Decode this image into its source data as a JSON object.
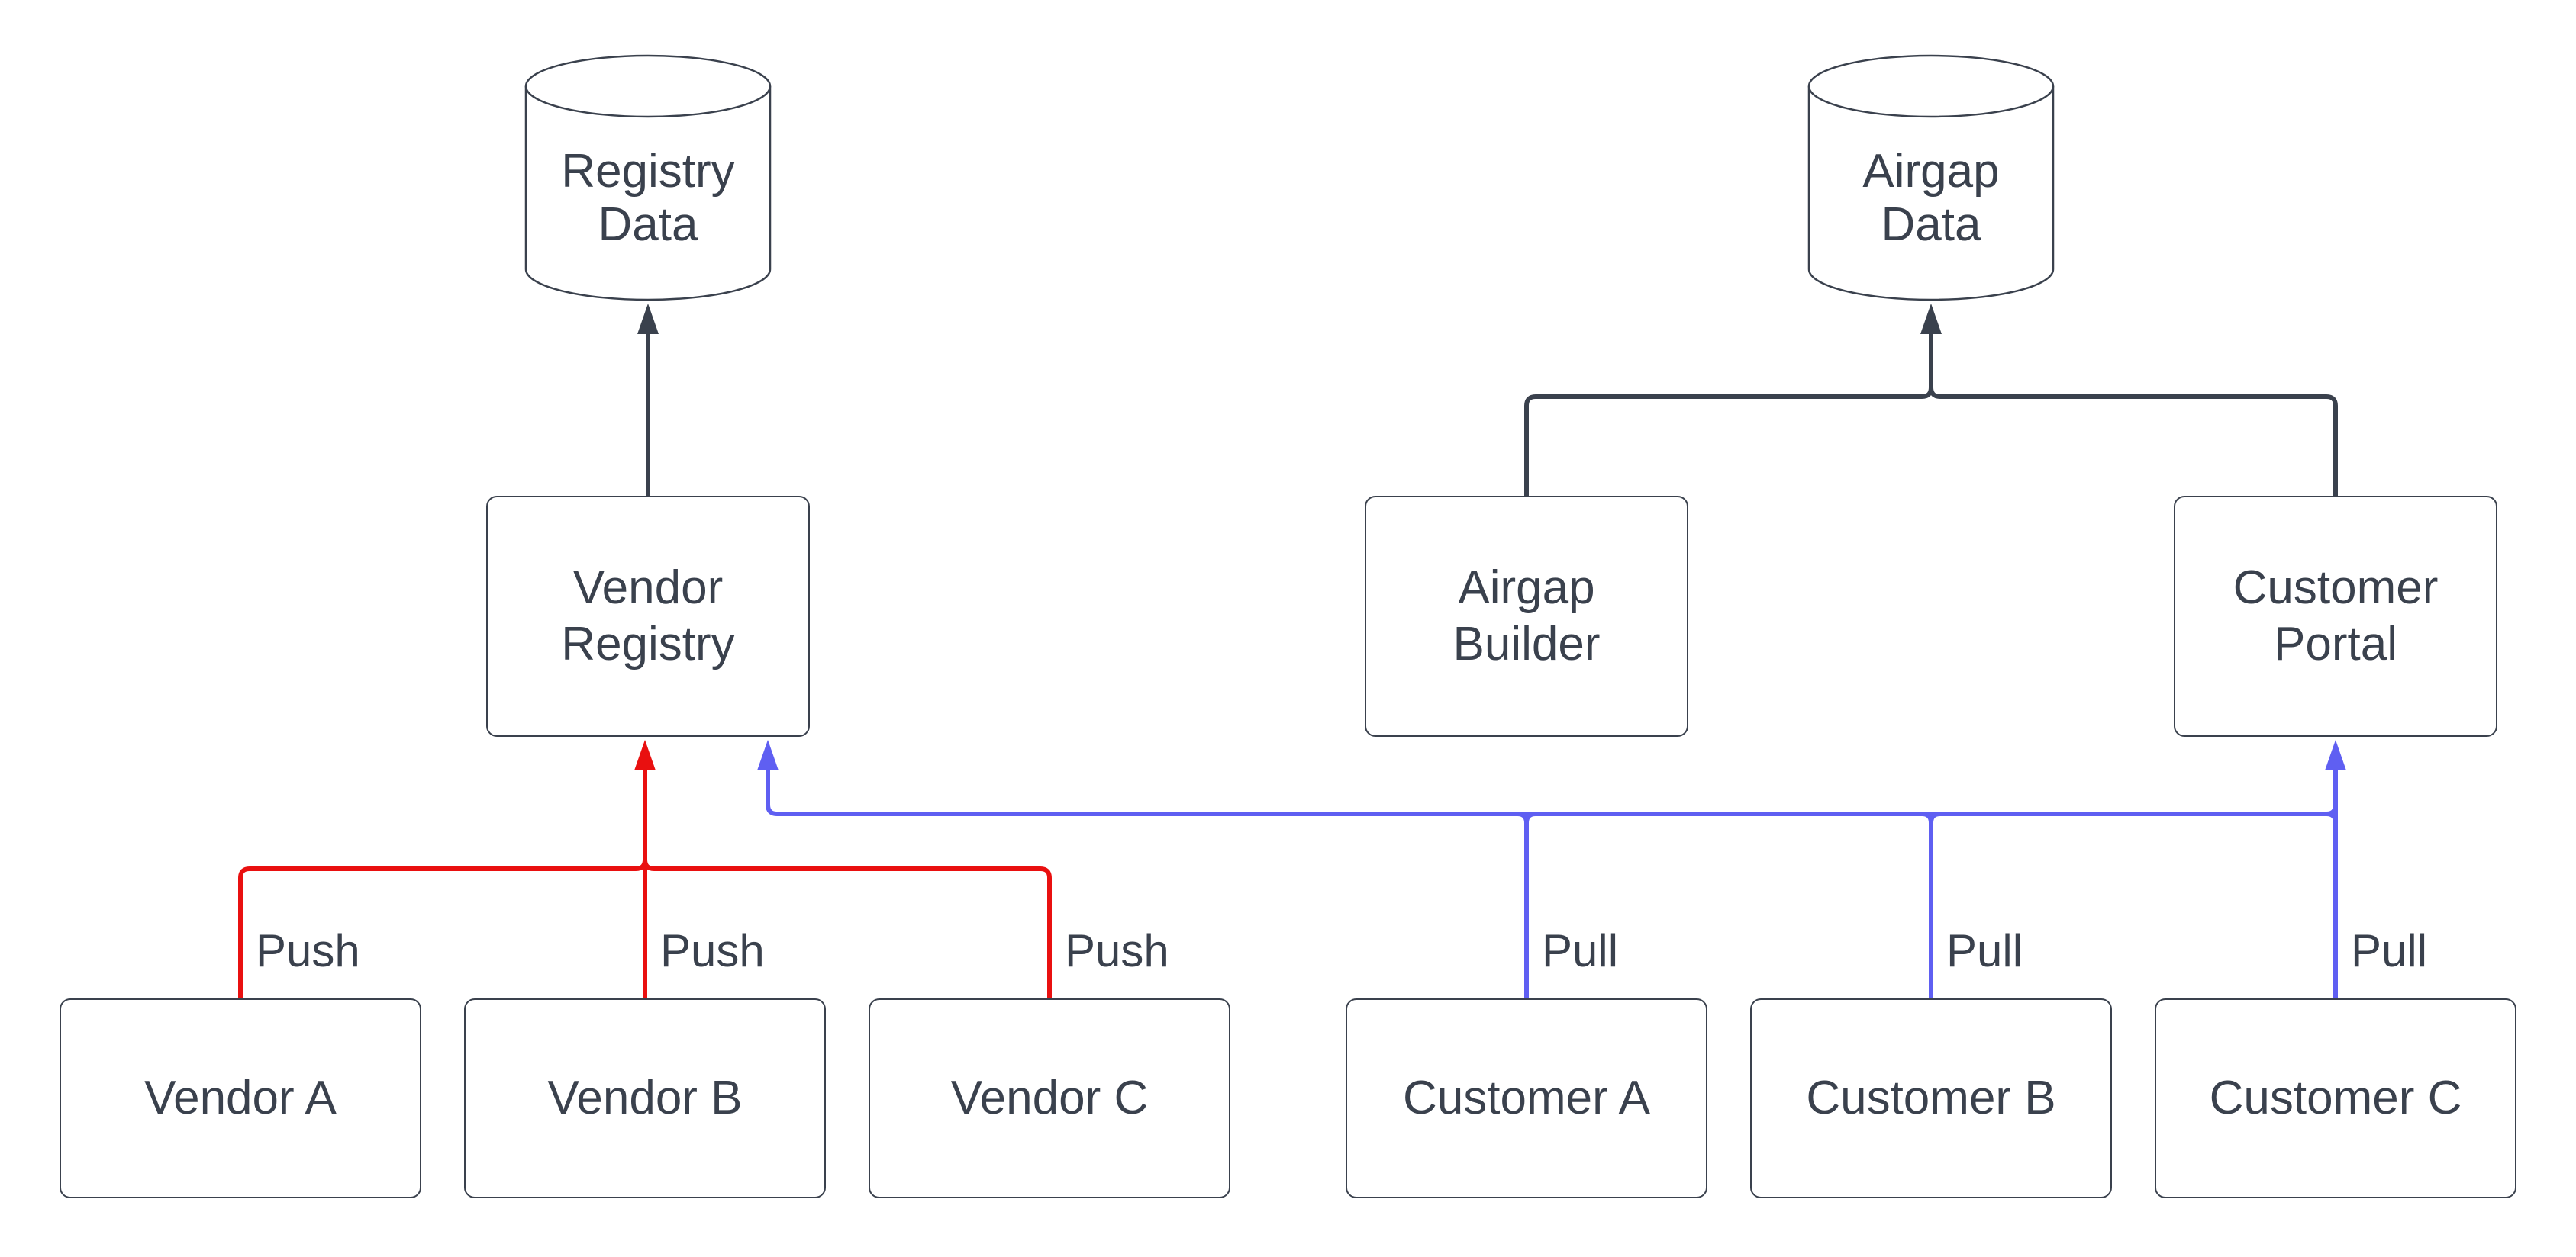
{
  "colors": {
    "stroke": "#3A414D",
    "push": "#E91010",
    "pull": "#5F5FF2",
    "canvas": "#FFFFFF",
    "node_fill": "#FFFFFF"
  },
  "nodes": {
    "registry_data": "Registry\nData",
    "airgap_data": "Airgap\nData",
    "vendor_registry": "Vendor\nRegistry",
    "airgap_builder": "Airgap\nBuilder",
    "customer_portal": "Customer\nPortal",
    "vendor_a": "Vendor A",
    "vendor_b": "Vendor B",
    "vendor_c": "Vendor C",
    "customer_a": "Customer A",
    "customer_b": "Customer B",
    "customer_c": "Customer C"
  },
  "edge_labels": {
    "vendor_a_push": "Push",
    "vendor_b_push": "Push",
    "vendor_c_push": "Push",
    "customer_a_pull": "Pull",
    "customer_b_pull": "Pull",
    "customer_c_pull": "Pull"
  }
}
